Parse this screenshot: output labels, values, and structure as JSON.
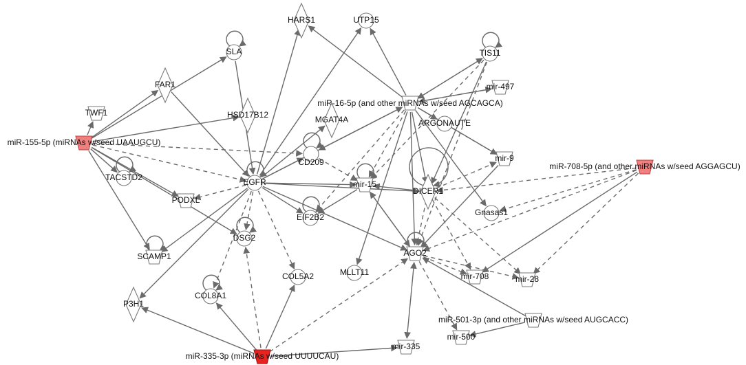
{
  "nodes": [
    {
      "id": "HARS1",
      "label": "HARS1",
      "shape": "diamond"
    },
    {
      "id": "UTP15",
      "label": "UTP15",
      "shape": "circle"
    },
    {
      "id": "SLA",
      "label": "SLA",
      "shape": "circle"
    },
    {
      "id": "TIS11",
      "label": "TIS11",
      "shape": "circle"
    },
    {
      "id": "FAR1",
      "label": "FAR1",
      "shape": "diamond"
    },
    {
      "id": "mir-497",
      "label": "mir-497",
      "shape": "trapezoid"
    },
    {
      "id": "TWF1",
      "label": "TWF1",
      "shape": "trapezoid"
    },
    {
      "id": "HSD17B12",
      "label": "HSD17B12",
      "shape": "diamond"
    },
    {
      "id": "mir-16-5p",
      "label": "miR-16-5p (and other miRNAs w/seed AGCAGCA)",
      "shape": "trapezoid"
    },
    {
      "id": "MGAT4A",
      "label": "MGAT4A",
      "shape": "diamond"
    },
    {
      "id": "ARGONAUTE",
      "label": "ARGONAUTE",
      "shape": "circle"
    },
    {
      "id": "mir-155-5p",
      "label": "miR-155-5p (miRNAs w/seed UAAUGCU)",
      "shape": "trapezoid",
      "highlight": "light"
    },
    {
      "id": "mir-9",
      "label": "mir-9",
      "shape": "trapezoid"
    },
    {
      "id": "mir-708-5p",
      "label": "miR-708-5p (and other miRNAs w/seed AGGAGCU)",
      "shape": "trapezoid",
      "highlight": "light"
    },
    {
      "id": "CD209",
      "label": "CD209",
      "shape": "circle"
    },
    {
      "id": "TACSTD2",
      "label": "TACSTD2",
      "shape": "circle"
    },
    {
      "id": "EGFR",
      "label": "EGFR",
      "shape": "circle"
    },
    {
      "id": "mir-15",
      "label": "mir-15",
      "shape": "trapezoid"
    },
    {
      "id": "DICER1",
      "label": "DICER1",
      "shape": "diamond"
    },
    {
      "id": "PODXL",
      "label": "PODXL",
      "shape": "trapezoid"
    },
    {
      "id": "EIF2B2",
      "label": "EIF2B2",
      "shape": "circle"
    },
    {
      "id": "Gnasas1",
      "label": "Gnasas1",
      "shape": "circle"
    },
    {
      "id": "DSG2",
      "label": "DSG2",
      "shape": "circle"
    },
    {
      "id": "SCAMP1",
      "label": "SCAMP1",
      "shape": "trapezoid"
    },
    {
      "id": "AGO2",
      "label": "AGO2",
      "shape": "trapezoid"
    },
    {
      "id": "MLLT11",
      "label": "MLLT11",
      "shape": "circle"
    },
    {
      "id": "COL5A2",
      "label": "COL5A2",
      "shape": "circle"
    },
    {
      "id": "mir-708",
      "label": "mir-708",
      "shape": "trapezoid"
    },
    {
      "id": "mir-28",
      "label": "mir-28",
      "shape": "trapezoid"
    },
    {
      "id": "COL8A1",
      "label": "COL8A1",
      "shape": "circle"
    },
    {
      "id": "P3H1",
      "label": "P3H1",
      "shape": "diamond"
    },
    {
      "id": "mir-501-3p",
      "label": "miR-501-3p (and other miRNAs w/seed AUGCACC)",
      "shape": "trapezoid"
    },
    {
      "id": "mir-500",
      "label": "mir-500",
      "shape": "trapezoid"
    },
    {
      "id": "mir-335",
      "label": "mir-335",
      "shape": "trapezoid"
    },
    {
      "id": "mir-335-3p",
      "label": "miR-335-3p (miRNAs w/seed UUUUCAU)",
      "shape": "trapezoid",
      "highlight": "strong"
    }
  ],
  "edges": [
    {
      "from": "mir-155-5p",
      "to": "SLA",
      "style": "solid"
    },
    {
      "from": "mir-155-5p",
      "to": "FAR1",
      "style": "solid"
    },
    {
      "from": "mir-155-5p",
      "to": "TWF1",
      "style": "solid"
    },
    {
      "from": "mir-155-5p",
      "to": "HSD17B12",
      "style": "solid"
    },
    {
      "from": "mir-155-5p",
      "to": "TACSTD2",
      "style": "solid"
    },
    {
      "from": "mir-155-5p",
      "to": "PODXL",
      "style": "solid"
    },
    {
      "from": "mir-155-5p",
      "to": "SCAMP1",
      "style": "solid"
    },
    {
      "from": "mir-155-5p",
      "to": "EGFR",
      "style": "dashed"
    },
    {
      "from": "mir-155-5p",
      "to": "CD209",
      "style": "dashed"
    },
    {
      "from": "mir-155-5p",
      "to": "DSG2",
      "style": "solid"
    },
    {
      "from": "FAR1",
      "to": "EGFR",
      "style": "solid"
    },
    {
      "from": "SLA",
      "to": "EGFR",
      "style": "solid"
    },
    {
      "from": "EGFR",
      "to": "HARS1",
      "style": "solid"
    },
    {
      "from": "EGFR",
      "to": "UTP15",
      "style": "solid"
    },
    {
      "from": "EGFR",
      "to": "mir-16-5p",
      "style": "solid"
    },
    {
      "from": "EGFR",
      "to": "MGAT4A",
      "style": "solid"
    },
    {
      "from": "EGFR",
      "to": "CD209",
      "style": "solid"
    },
    {
      "from": "EGFR",
      "to": "mir-15",
      "style": "solid"
    },
    {
      "from": "EGFR",
      "to": "DICER1",
      "style": "solid"
    },
    {
      "from": "EGFR",
      "to": "EIF2B2",
      "style": "solid"
    },
    {
      "from": "EGFR",
      "to": "AGO2",
      "style": "solid"
    },
    {
      "from": "EGFR",
      "to": "DSG2",
      "style": "dashed"
    },
    {
      "from": "EGFR",
      "to": "COL5A2",
      "style": "dashed"
    },
    {
      "from": "EGFR",
      "to": "COL8A1",
      "style": "dashed"
    },
    {
      "from": "EGFR",
      "to": "PODXL",
      "style": "dashed"
    },
    {
      "from": "EGFR",
      "to": "P3H1",
      "style": "solid"
    },
    {
      "from": "EGFR",
      "to": "SCAMP1",
      "style": "solid"
    },
    {
      "from": "mir-16-5p",
      "to": "TIS11",
      "style": "dashed"
    },
    {
      "from": "TIS11",
      "to": "mir-16-5p",
      "style": "solid"
    },
    {
      "from": "mir-16-5p",
      "to": "mir-497",
      "style": "solid"
    },
    {
      "from": "mir-16-5p",
      "to": "UTP15",
      "style": "solid"
    },
    {
      "from": "mir-16-5p",
      "to": "HARS1",
      "style": "solid"
    },
    {
      "from": "mir-16-5p",
      "to": "ARGONAUTE",
      "style": "solid"
    },
    {
      "from": "mir-16-5p",
      "to": "mir-9",
      "style": "solid"
    },
    {
      "from": "mir-16-5p",
      "to": "CD209",
      "style": "solid"
    },
    {
      "from": "mir-16-5p",
      "to": "mir-15",
      "style": "dashed"
    },
    {
      "from": "mir-16-5p",
      "to": "EIF2B2",
      "style": "dashed"
    },
    {
      "from": "mir-16-5p",
      "to": "AGO2",
      "style": "solid"
    },
    {
      "from": "mir-16-5p",
      "to": "MLLT11",
      "style": "solid"
    },
    {
      "from": "mir-16-5p",
      "to": "DICER1",
      "style": "solid"
    },
    {
      "from": "mir-16-5p",
      "to": "Gnasas1",
      "style": "solid"
    },
    {
      "from": "TIS11",
      "to": "mir-15",
      "style": "dashed"
    },
    {
      "from": "TIS11",
      "to": "DICER1",
      "style": "solid"
    },
    {
      "from": "TIS11",
      "to": "AGO2",
      "style": "dashed"
    },
    {
      "from": "mir-497",
      "to": "mir-16-5p",
      "style": "dashed"
    },
    {
      "from": "ARGONAUTE",
      "to": "mir-9",
      "style": "dashed"
    },
    {
      "from": "mir-708-5p",
      "to": "DICER1",
      "style": "dashed"
    },
    {
      "from": "mir-708-5p",
      "to": "mir-708",
      "style": "solid"
    },
    {
      "from": "mir-708-5p",
      "to": "mir-28",
      "style": "dashed"
    },
    {
      "from": "mir-708-5p",
      "to": "Gnasas1",
      "style": "dashed"
    },
    {
      "from": "mir-708-5p",
      "to": "AGO2",
      "style": "dashed"
    },
    {
      "from": "CD209",
      "to": "mir-15",
      "style": "dashed"
    },
    {
      "from": "mir-15",
      "to": "EIF2B2",
      "style": "solid"
    },
    {
      "from": "DICER1",
      "to": "mir-15",
      "style": "solid"
    },
    {
      "from": "DICER1",
      "to": "AGO2",
      "style": "dashed"
    },
    {
      "from": "DICER1",
      "to": "mir-708",
      "style": "dashed"
    },
    {
      "from": "DICER1",
      "to": "mir-28",
      "style": "dashed"
    },
    {
      "from": "DICER1",
      "to": "mir-9",
      "style": "dashed"
    },
    {
      "from": "mir-15",
      "to": "AGO2",
      "style": "solid"
    },
    {
      "from": "AGO2",
      "to": "mir-15",
      "style": "solid"
    },
    {
      "from": "AGO2",
      "to": "mir-708",
      "style": "dashed"
    },
    {
      "from": "AGO2",
      "to": "mir-28",
      "style": "dashed"
    },
    {
      "from": "AGO2",
      "to": "mir-500",
      "style": "dashed"
    },
    {
      "from": "AGO2",
      "to": "mir-335",
      "style": "dashed"
    },
    {
      "from": "mir-9",
      "to": "AGO2",
      "style": "solid"
    },
    {
      "from": "mir-501-3p",
      "to": "AGO2",
      "style": "solid"
    },
    {
      "from": "mir-501-3p",
      "to": "mir-500",
      "style": "solid"
    },
    {
      "from": "mir-335-3p",
      "to": "COL5A2",
      "style": "solid"
    },
    {
      "from": "mir-335-3p",
      "to": "COL8A1",
      "style": "solid"
    },
    {
      "from": "mir-335-3p",
      "to": "P3H1",
      "style": "solid"
    },
    {
      "from": "mir-335-3p",
      "to": "AGO2",
      "style": "dashed"
    },
    {
      "from": "mir-335-3p",
      "to": "mir-335",
      "style": "solid"
    },
    {
      "from": "mir-335-3p",
      "to": "DSG2",
      "style": "dashed"
    },
    {
      "from": "mir-335",
      "to": "AGO2",
      "style": "dashed"
    }
  ],
  "self_loops": [
    "SLA",
    "TIS11",
    "CD209",
    "TACSTD2",
    "EGFR",
    "DICER1",
    "DSG2",
    "SCAMP1",
    "AGO2",
    "COL8A1",
    "EIF2B2",
    "mir-15"
  ]
}
